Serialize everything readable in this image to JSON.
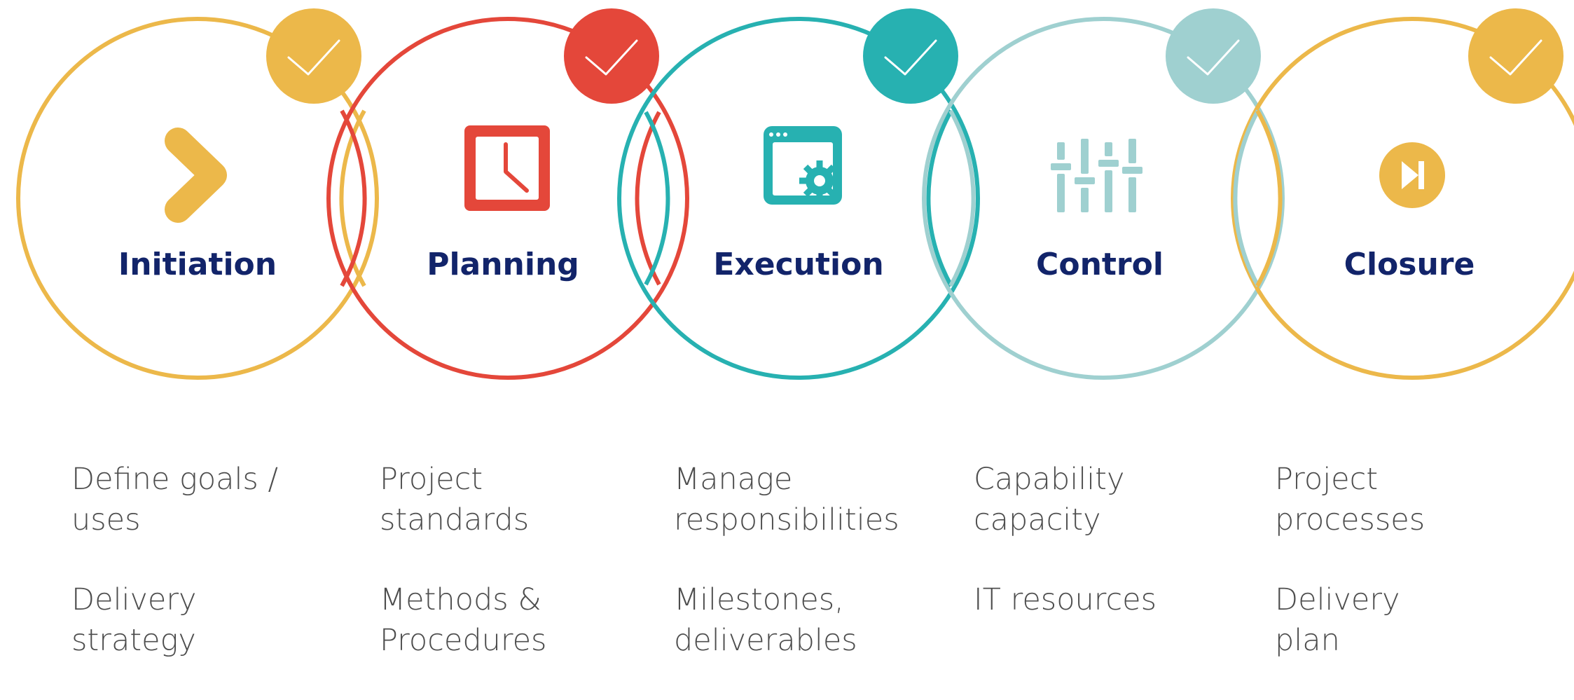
{
  "colors": {
    "yellow": "#ECB84A",
    "red": "#E4473A",
    "teal": "#27B1B1",
    "light_teal": "#9FD0D0",
    "title": "#12246A",
    "text": "#4D4D4D"
  },
  "stages": [
    {
      "title": "Initiation",
      "color": "#ECB84A",
      "icon": "chevron-right-icon",
      "notes": [
        "Define goals /\nuses",
        "Delivery\nstrategy"
      ]
    },
    {
      "title": "Planning",
      "color": "#E4473A",
      "icon": "clock-icon",
      "notes": [
        "Project\nstandards",
        "Methods &\nProcedures"
      ]
    },
    {
      "title": "Execution",
      "color": "#27B1B1",
      "icon": "browser-gear-icon",
      "notes": [
        "Manage\nresponsibilities",
        "Milestones,\ndeliverables"
      ]
    },
    {
      "title": "Control",
      "color": "#9FD0D0",
      "icon": "sliders-icon",
      "notes": [
        "Capability\ncapacity",
        "IT resources"
      ]
    },
    {
      "title": "Closure",
      "color": "#ECB84A",
      "icon": "skip-forward-icon",
      "notes": [
        "Project\nprocesses",
        "Delivery\nplan"
      ]
    }
  ]
}
